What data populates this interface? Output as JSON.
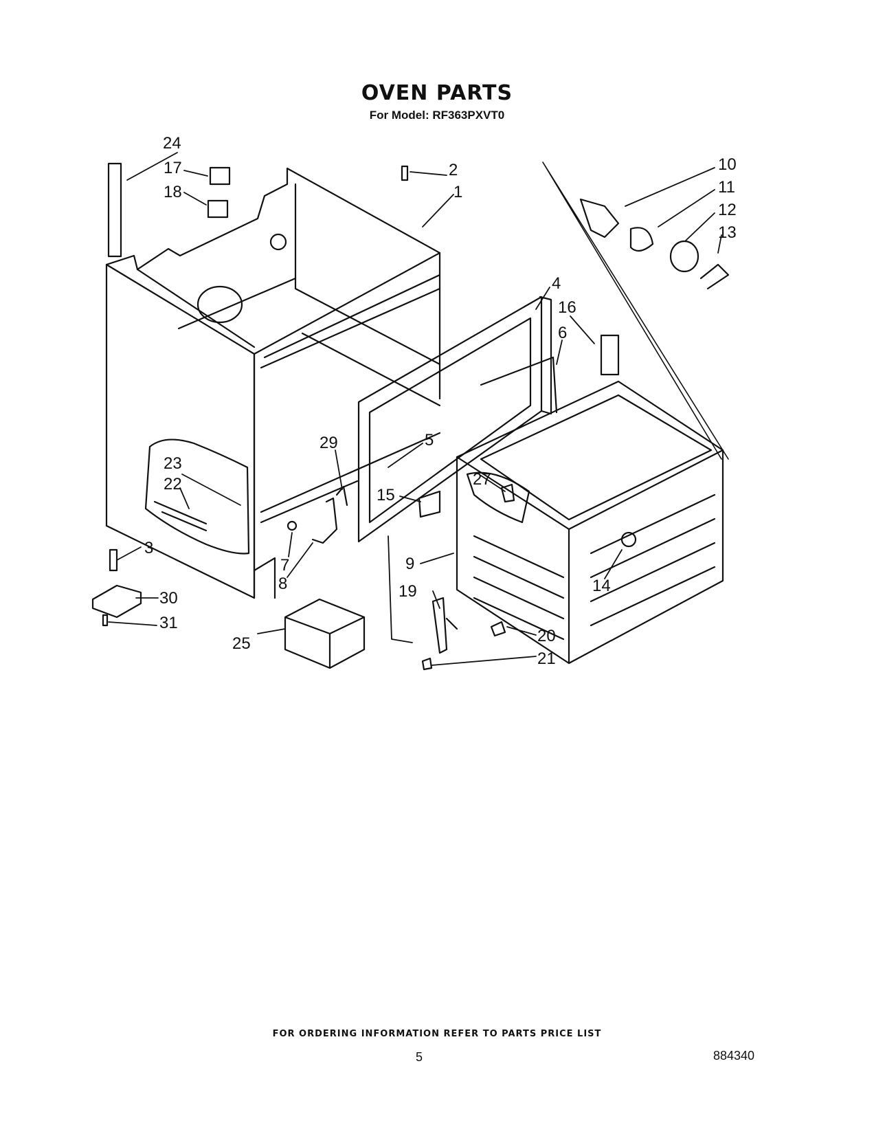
{
  "header": {
    "title": "OVEN PARTS",
    "model_line": "For Model: RF363PXVT0"
  },
  "callouts": {
    "c1": "1",
    "c2": "2",
    "c3": "3",
    "c4": "4",
    "c5": "5",
    "c6": "6",
    "c7": "7",
    "c8": "8",
    "c9": "9",
    "c10": "10",
    "c11": "11",
    "c12": "12",
    "c13": "13",
    "c14": "14",
    "c15": "15",
    "c16": "16",
    "c17": "17",
    "c18": "18",
    "c19": "19",
    "c20": "20",
    "c21": "21",
    "c22": "22",
    "c23": "23",
    "c24": "24",
    "c25": "25",
    "c27": "27",
    "c29": "29",
    "c30": "30",
    "c31": "31"
  },
  "footer": {
    "ordering_note": "FOR ORDERING INFORMATION REFER TO PARTS PRICE LIST",
    "page_number": "5",
    "document_number": "884340"
  },
  "colors": {
    "ink": "#111111",
    "paper": "#ffffff"
  }
}
